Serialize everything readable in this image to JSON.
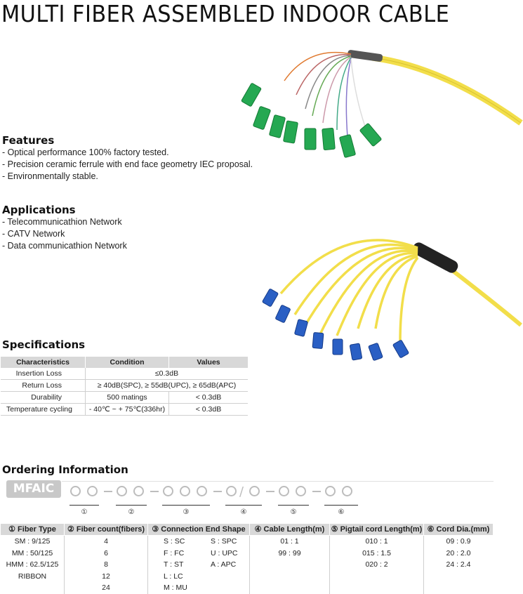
{
  "title": "MULTI FIBER ASSEMBLED INDOOR CABLE",
  "features": {
    "heading": "Features",
    "items": [
      "- Optical performance 100% factory tested.",
      "- Precision ceramic ferrule with end face geometry IEC proposal.",
      "- Environmentally stable."
    ]
  },
  "applications": {
    "heading": "Applications",
    "items": [
      "- Telecommunicathion Network",
      "- CATV Network",
      "- Data communicathion Network"
    ]
  },
  "specifications": {
    "heading": "Specifications",
    "headers": [
      "Characteristics",
      "Condition",
      "Values"
    ],
    "rows": [
      {
        "char": "Insertion Loss",
        "cond": "",
        "val": "≤0.3dB",
        "merged": true
      },
      {
        "char": "Return Loss",
        "cond": "",
        "val": "≥ 40dB(SPC), ≥ 55dB(UPC), ≥ 65dB(APC)",
        "merged": true
      },
      {
        "char": "Durability",
        "cond": "500 matings",
        "val": "< 0.3dB",
        "merged": false
      },
      {
        "char": "Temperature cycling",
        "cond": "- 40℃ ~ + 75℃(336hr)",
        "val": "< 0.3dB",
        "merged": false
      }
    ]
  },
  "ordering": {
    "heading": "Ordering Information",
    "badge": "MFAIC",
    "code_slash": "/",
    "code_numbers": [
      "①",
      "②",
      "③",
      "④",
      "⑤",
      "⑥"
    ],
    "columns": [
      {
        "header": "① Fiber Type",
        "values": [
          "SM : 9/125",
          "MM : 50/125",
          "HMM : 62.5/125",
          "RIBBON"
        ]
      },
      {
        "header": "② Fiber count(fibers)",
        "values": [
          "4",
          "6",
          "8",
          "12",
          "24"
        ]
      },
      {
        "header": "③ Connection End Shape",
        "values_a": [
          "S : SC",
          "F : FC",
          "T : ST",
          "L : LC",
          "M : MU"
        ],
        "values_b": [
          "S : SPC",
          "U : UPC",
          "A : APC"
        ]
      },
      {
        "header": "④ Cable Length(m)",
        "values": [
          "01 : 1",
          "99 : 99"
        ]
      },
      {
        "header": "⑤ Pigtail cord Length(m)",
        "values": [
          "010 : 1",
          "015 : 1.5",
          "020 : 2"
        ]
      },
      {
        "header": "⑥ Cord Dia.(mm)",
        "values": [
          "09 : 0.9",
          "20 : 2.0",
          "24 : 2.4"
        ]
      }
    ]
  },
  "colors": {
    "cable_yellow": "#f2de4a",
    "connector_green": "#25a852",
    "connector_blue": "#2a5fc4",
    "header_gray": "#d8d8d8"
  }
}
